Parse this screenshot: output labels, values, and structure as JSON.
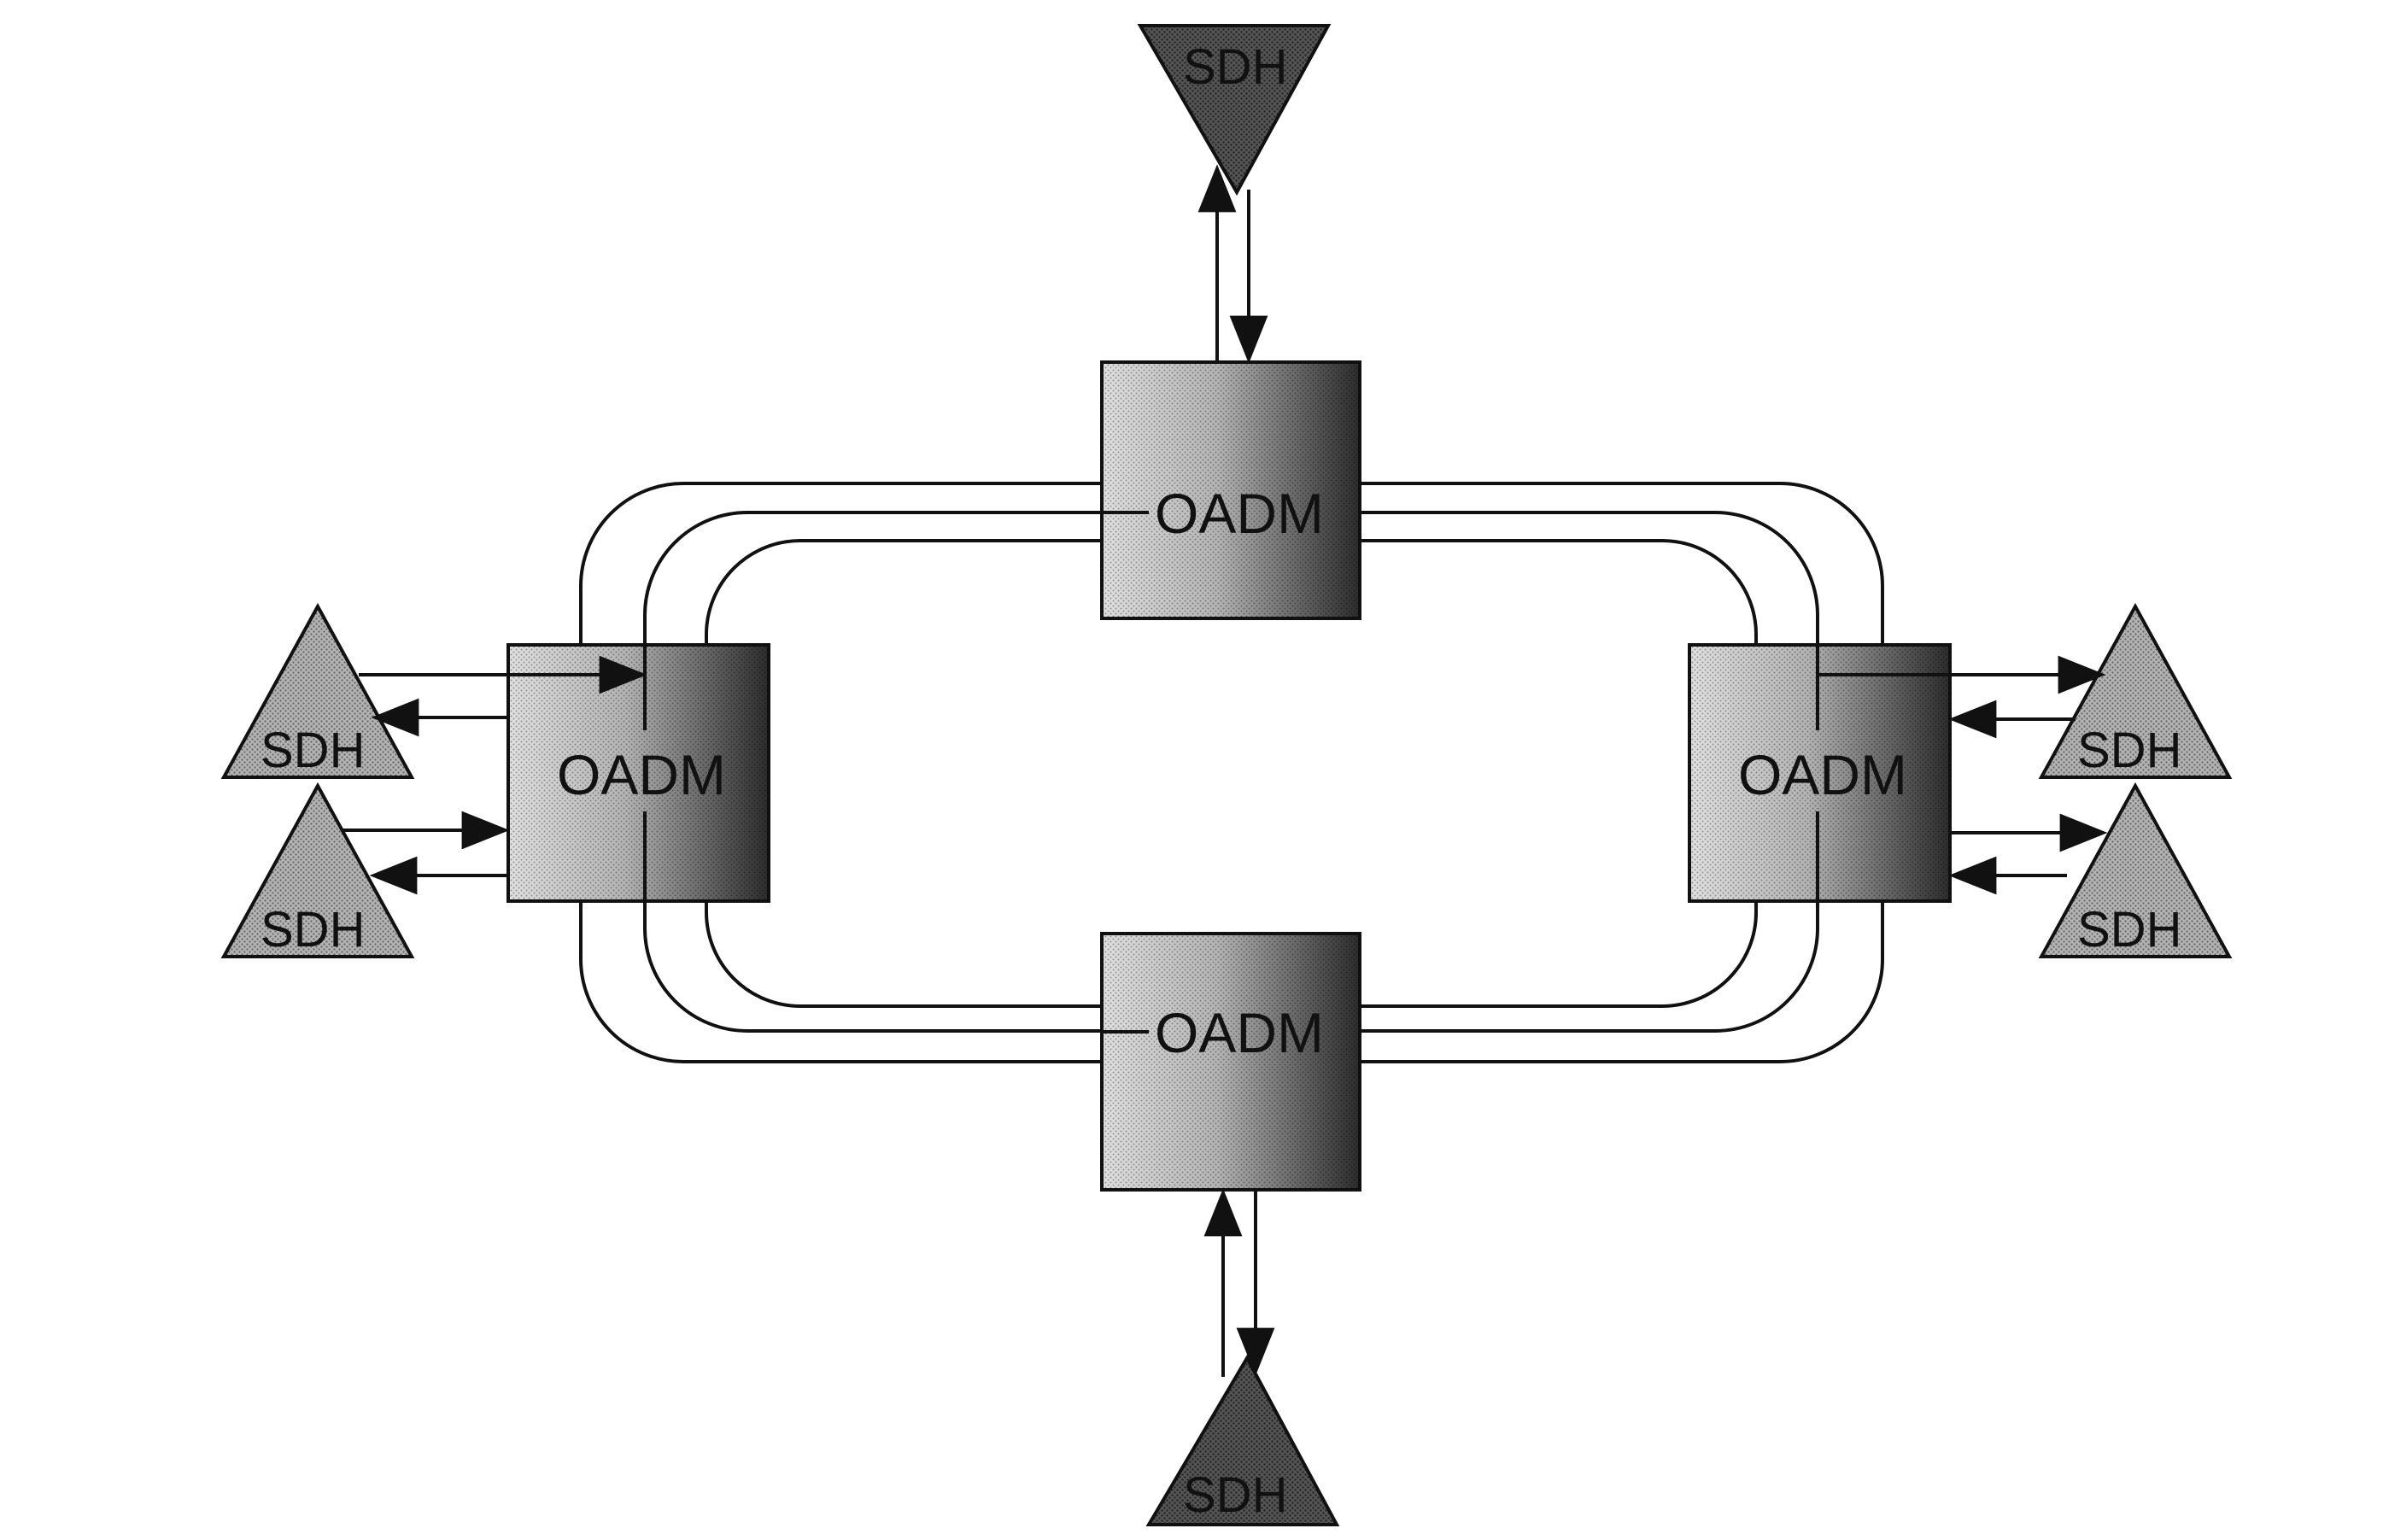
{
  "nodes": {
    "oadm_top": "OADM",
    "oadm_left": "OADM",
    "oadm_right": "OADM",
    "oadm_bottom": "OADM"
  },
  "terminals": {
    "sdh_top": "SDH",
    "sdh_bottom": "SDH",
    "sdh_left_upper": "SDH",
    "sdh_left_lower": "SDH",
    "sdh_right_upper": "SDH",
    "sdh_right_lower": "SDH"
  },
  "colors": {
    "box_light": "#dcdcdc",
    "box_dark": "#2e2e2e",
    "triangle_fill": "#a9a9a9",
    "triangle_dark": "#3c3c3c",
    "line": "#111111"
  }
}
